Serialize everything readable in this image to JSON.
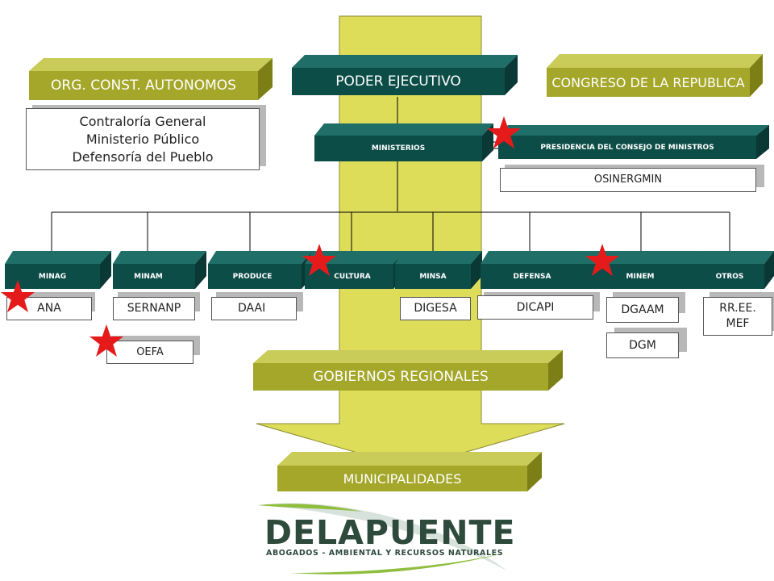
{
  "colors": {
    "olive": "#a4a72a",
    "olive_top": "#c9cc58",
    "olive_side": "#7c7f16",
    "teal": "#0d4d48",
    "teal_top": "#1f6f68",
    "teal_side": "#093835",
    "arrow_fill": "#dedd5a",
    "star": "#e51b1b",
    "logo_dark": "#2e4a3c",
    "logo_green": "#8fbe3f"
  },
  "top": {
    "autonomos": "ORG. CONST. AUTONOMOS",
    "ejecutivo": "PODER EJECUTIVO",
    "congreso": "CONGRESO DE LA REPUBLICA"
  },
  "autonomos_list": [
    "Contraloría General",
    "Ministerio Público",
    "Defensoría del Pueblo"
  ],
  "ministerios": "MINISTERIOS",
  "pcm": "PRESIDENCIA DEL CONSEJO DE MINISTROS",
  "osinergmin": "OSINERGMIN",
  "ministries": [
    "MINAG",
    "MINAM",
    "PRODUCE",
    "CULTURA",
    "MINSA",
    "DEFENSA",
    "MINEM",
    "OTROS"
  ],
  "agencies": {
    "ana": "ANA",
    "sernanp": "SERNANP",
    "oefa": "OEFA",
    "daai": "DAAI",
    "digesa": "DIGESA",
    "dicapi": "DICAPI",
    "dgaam": "DGAAM",
    "dgm": "DGM",
    "otros_1": "RR.EE.",
    "otros_2": "MEF"
  },
  "gobiernos": "GOBIERNOS  REGIONALES",
  "municipalidades": "MUNICIPALIDADES",
  "logo": {
    "name": "DELAPUENTE",
    "tagline": "ABOGADOS - AMBIENTAL Y RECURSOS NATURALES"
  },
  "star_icon": "red-star-icon"
}
